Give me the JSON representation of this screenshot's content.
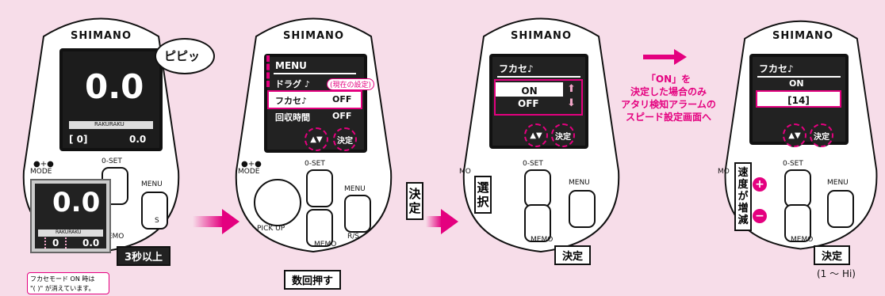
{
  "brand": "SHIMANO",
  "panel1": {
    "bubble": "ピピッ",
    "speed_big": "0.0",
    "rakuraku_label": "RAKURAKU",
    "bracket_value": "[ 0]",
    "small_value": "0.0",
    "mode_label": "MODE",
    "zoom_big": "0.0",
    "zoom_rakuraku": "RAKURAKU",
    "zoom_bracket": "0",
    "zoom_small": "0.0",
    "oset": "0-SET",
    "menu": "MENU",
    "memo": "MEMO",
    "rs": "S",
    "hold_tag": "3秒以上",
    "note_line1": "フカセモード ON 時は",
    "note_line2": "\"( )\" が消えています。"
  },
  "panel2": {
    "menu_title": "MENU",
    "drag": "ドラグ ♪",
    "current_setting": "(現在の設定)",
    "fukase": "フカセ♪",
    "fukase_value": "OFF",
    "kaishu": "回収時間",
    "kaishu_value": "OFF",
    "kettei_btn": "決定",
    "mode_label": "MODE",
    "oset": "0-SET",
    "menu": "MENU",
    "rs": "R/S",
    "memo": "MEMO",
    "pickup": "PICK UP",
    "press_tag": "数回押す",
    "kettei_tag": "決定"
  },
  "panel3": {
    "title": "フカセ♪",
    "on": "ON",
    "off": "OFF",
    "kettei_btn": "決定",
    "oset": "0-SET",
    "menu": "MENU",
    "memo": "MEMO",
    "mode": "MO",
    "select_tag": "選択",
    "kettei_tag": "決定"
  },
  "middle_text": {
    "line1": "「ON」を",
    "line2": "決定した場合のみ",
    "line3": "アタリ検知アラームの",
    "line4": "スピード設定画面へ"
  },
  "panel4": {
    "title": "フカセ♪",
    "on": "ON",
    "value": "[14]",
    "kettei_btn": "決定",
    "oset": "0-SET",
    "menu": "MENU",
    "memo": "MEMO",
    "mode": "MO",
    "speed_tag": "速度が増減",
    "kettei_tag": "決定",
    "range": "(1 ～ Hi)"
  },
  "colors": {
    "accent": "#e4007f",
    "background": "#f7dde9",
    "accent_light": "#f4a7c9"
  }
}
